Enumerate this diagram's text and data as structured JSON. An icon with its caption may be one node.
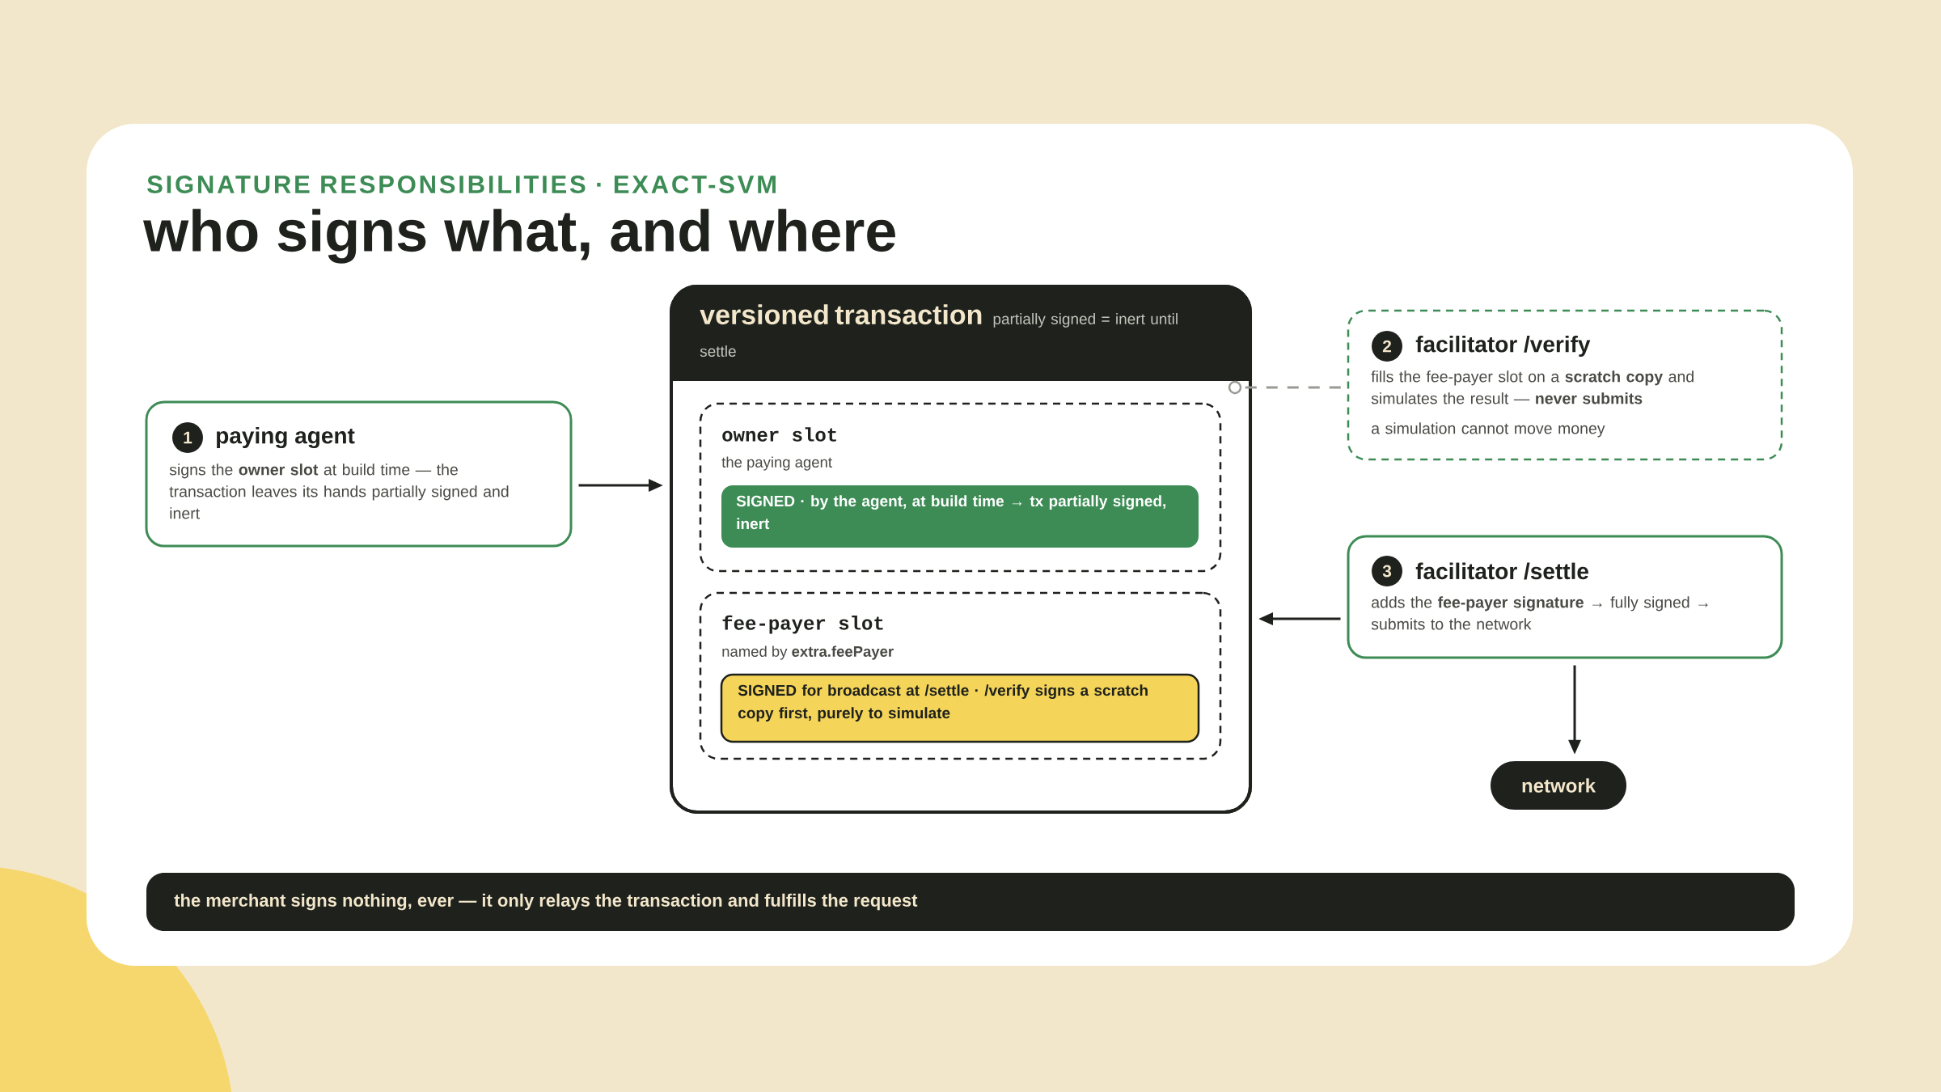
{
  "diagram": {
    "title": "who signs what, and where",
    "nodes": [
      {
        "text": [
          "1",
          "paying agent",
          "signs the **owner slot** at build time — the transaction leaves its hands partially signed and inert"
        ]
      },
      {
        "text": [
          "versioned transaction",
          "partially signed = inert until settle"
        ]
      },
      {
        "text": [
          "owner slot",
          "the paying agent"
        ],
        "in": 1
      },
      {
        "text": [
          "SIGNED · by the agent, at build time → tx partially signed, inert"
        ],
        "in": 2
      },
      {
        "text": [
          "fee-payer slot",
          "named by **extra.feePayer**"
        ],
        "in": 1
      },
      {
        "text": [
          "SIGNED for broadcast at /settle · /verify signs a scratch copy first, purely to simulate"
        ],
        "in": 4
      },
      {
        "text": [
          "2",
          "facilitator /verify",
          "fills the fee-payer slot on a **scratch copy** and simulates the result — **never submits**",
          "a simulation cannot move money"
        ]
      },
      {
        "text": [
          "3",
          "facilitator /settle",
          "adds the **fee-payer signature** → fully signed → submits to the network"
        ]
      },
      {
        "text": [
          "network"
        ]
      },
      {
        "text": [
          "the merchant signs nothing, ever — it only relays the transaction and fulfills the request"
        ]
      }
    ],
    "edges": [
      {
        "from": 0,
        "to": 1,
        "arrow": "to"
      },
      {
        "from": 7,
        "to": 1,
        "arrow": "to"
      },
      {
        "from": 6,
        "to": 1,
        "arrow": "other",
        "style": "dashed",
        "color": "#9a9a95"
      },
      {
        "from": 7,
        "to": 8,
        "arrow": "to"
      }
    ],
    "labels": [
      "SIGNATURE RESPONSIBILITIES · EXACT-SVM"
    ]
  }
}
